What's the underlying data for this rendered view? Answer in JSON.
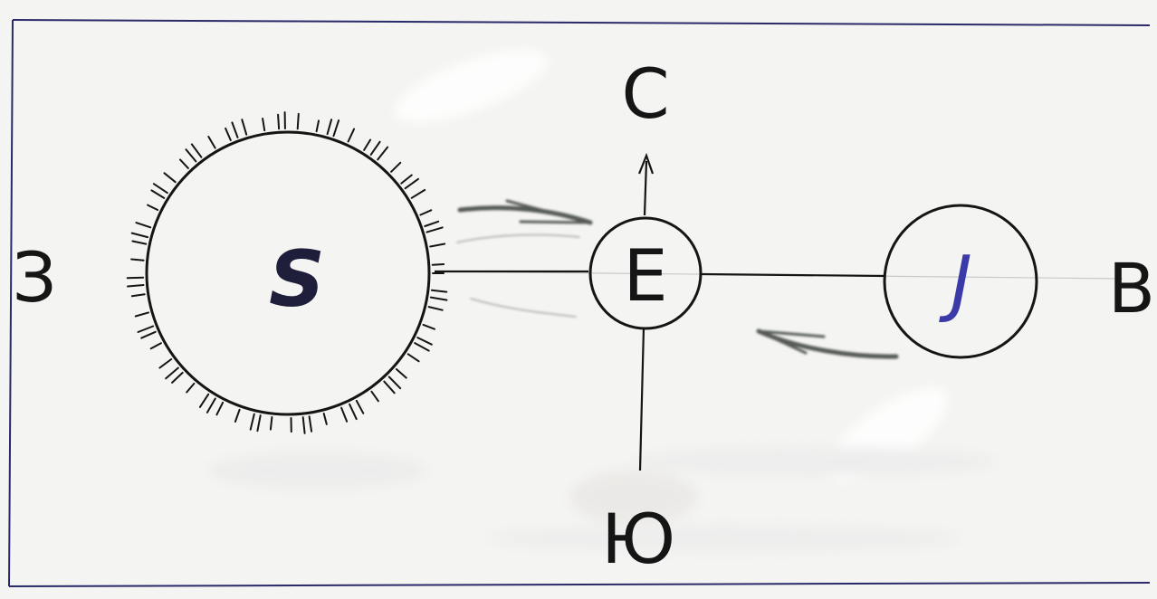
{
  "diagram": {
    "directions": {
      "north": "С",
      "south": "Ю",
      "west": "З",
      "east": "В"
    },
    "bodies": {
      "sun": "S",
      "earth": "E",
      "jupiter": "J"
    }
  },
  "colors": {
    "paper": "#f4f4f2",
    "ink": "#151515",
    "frame": "#2a2a6a",
    "jupiter_letter": "#3a3aa8",
    "pencil_arrow": "#555a55",
    "guide_line": "#c9c9c9",
    "smudge": "#e6e6e6"
  }
}
